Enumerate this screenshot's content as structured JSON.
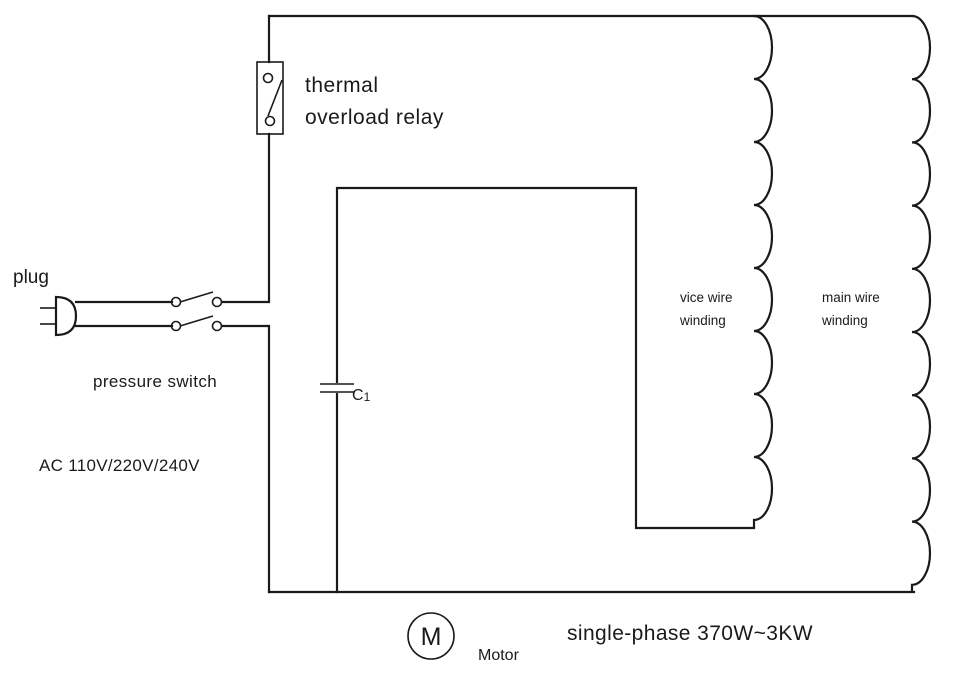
{
  "labels": {
    "thermal_line1": "thermal",
    "thermal_line2": "overload relay",
    "plug": "plug",
    "pressure_switch": "pressure switch",
    "ac_voltage": "AC 110V/220V/240V",
    "capacitor": "C",
    "capacitor_sub": "1",
    "vice_line1": "vice wire",
    "vice_line2": "winding",
    "main_line1": "main wire",
    "main_line2": "winding",
    "motor_symbol": "M",
    "motor": "Motor",
    "spec": "single-phase 370W~3KW"
  },
  "colors": {
    "ink": "#1a1a1a",
    "background": "#ffffff"
  }
}
